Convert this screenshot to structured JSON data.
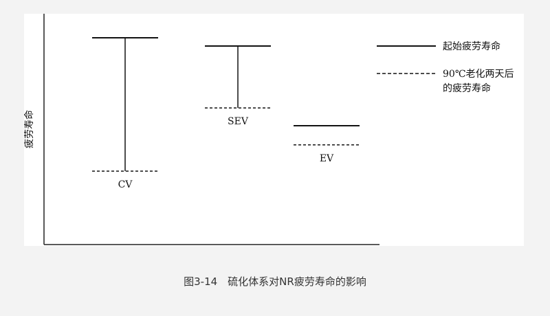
{
  "chart_data": {
    "type": "range-bars",
    "ylabel": "疲劳寿命",
    "xlabel": "",
    "ylim": [
      0,
      100
    ],
    "grid": false,
    "categories": [
      "CV",
      "SEV",
      "EV"
    ],
    "series": [
      {
        "name": "起始疲劳寿命",
        "style": "solid",
        "values": [
          89.6,
          86.0,
          51.5
        ]
      },
      {
        "name": "90℃老化两天后的疲劳寿命",
        "style": "dashed",
        "values": [
          31.8,
          59.2,
          43.2
        ]
      }
    ],
    "legend": {
      "placement": "right",
      "entries": [
        {
          "style": "solid",
          "lines": [
            "起始疲劳寿命"
          ]
        },
        {
          "style": "dashed",
          "lines": [
            "90℃老化两天后",
            "的疲劳寿命"
          ]
        }
      ]
    }
  },
  "caption": "图3-14　硫化体系对NR疲劳寿命的影响",
  "colors": {
    "background": "#f3f3f3",
    "figure": "#ffffff",
    "ink": "#111111"
  }
}
